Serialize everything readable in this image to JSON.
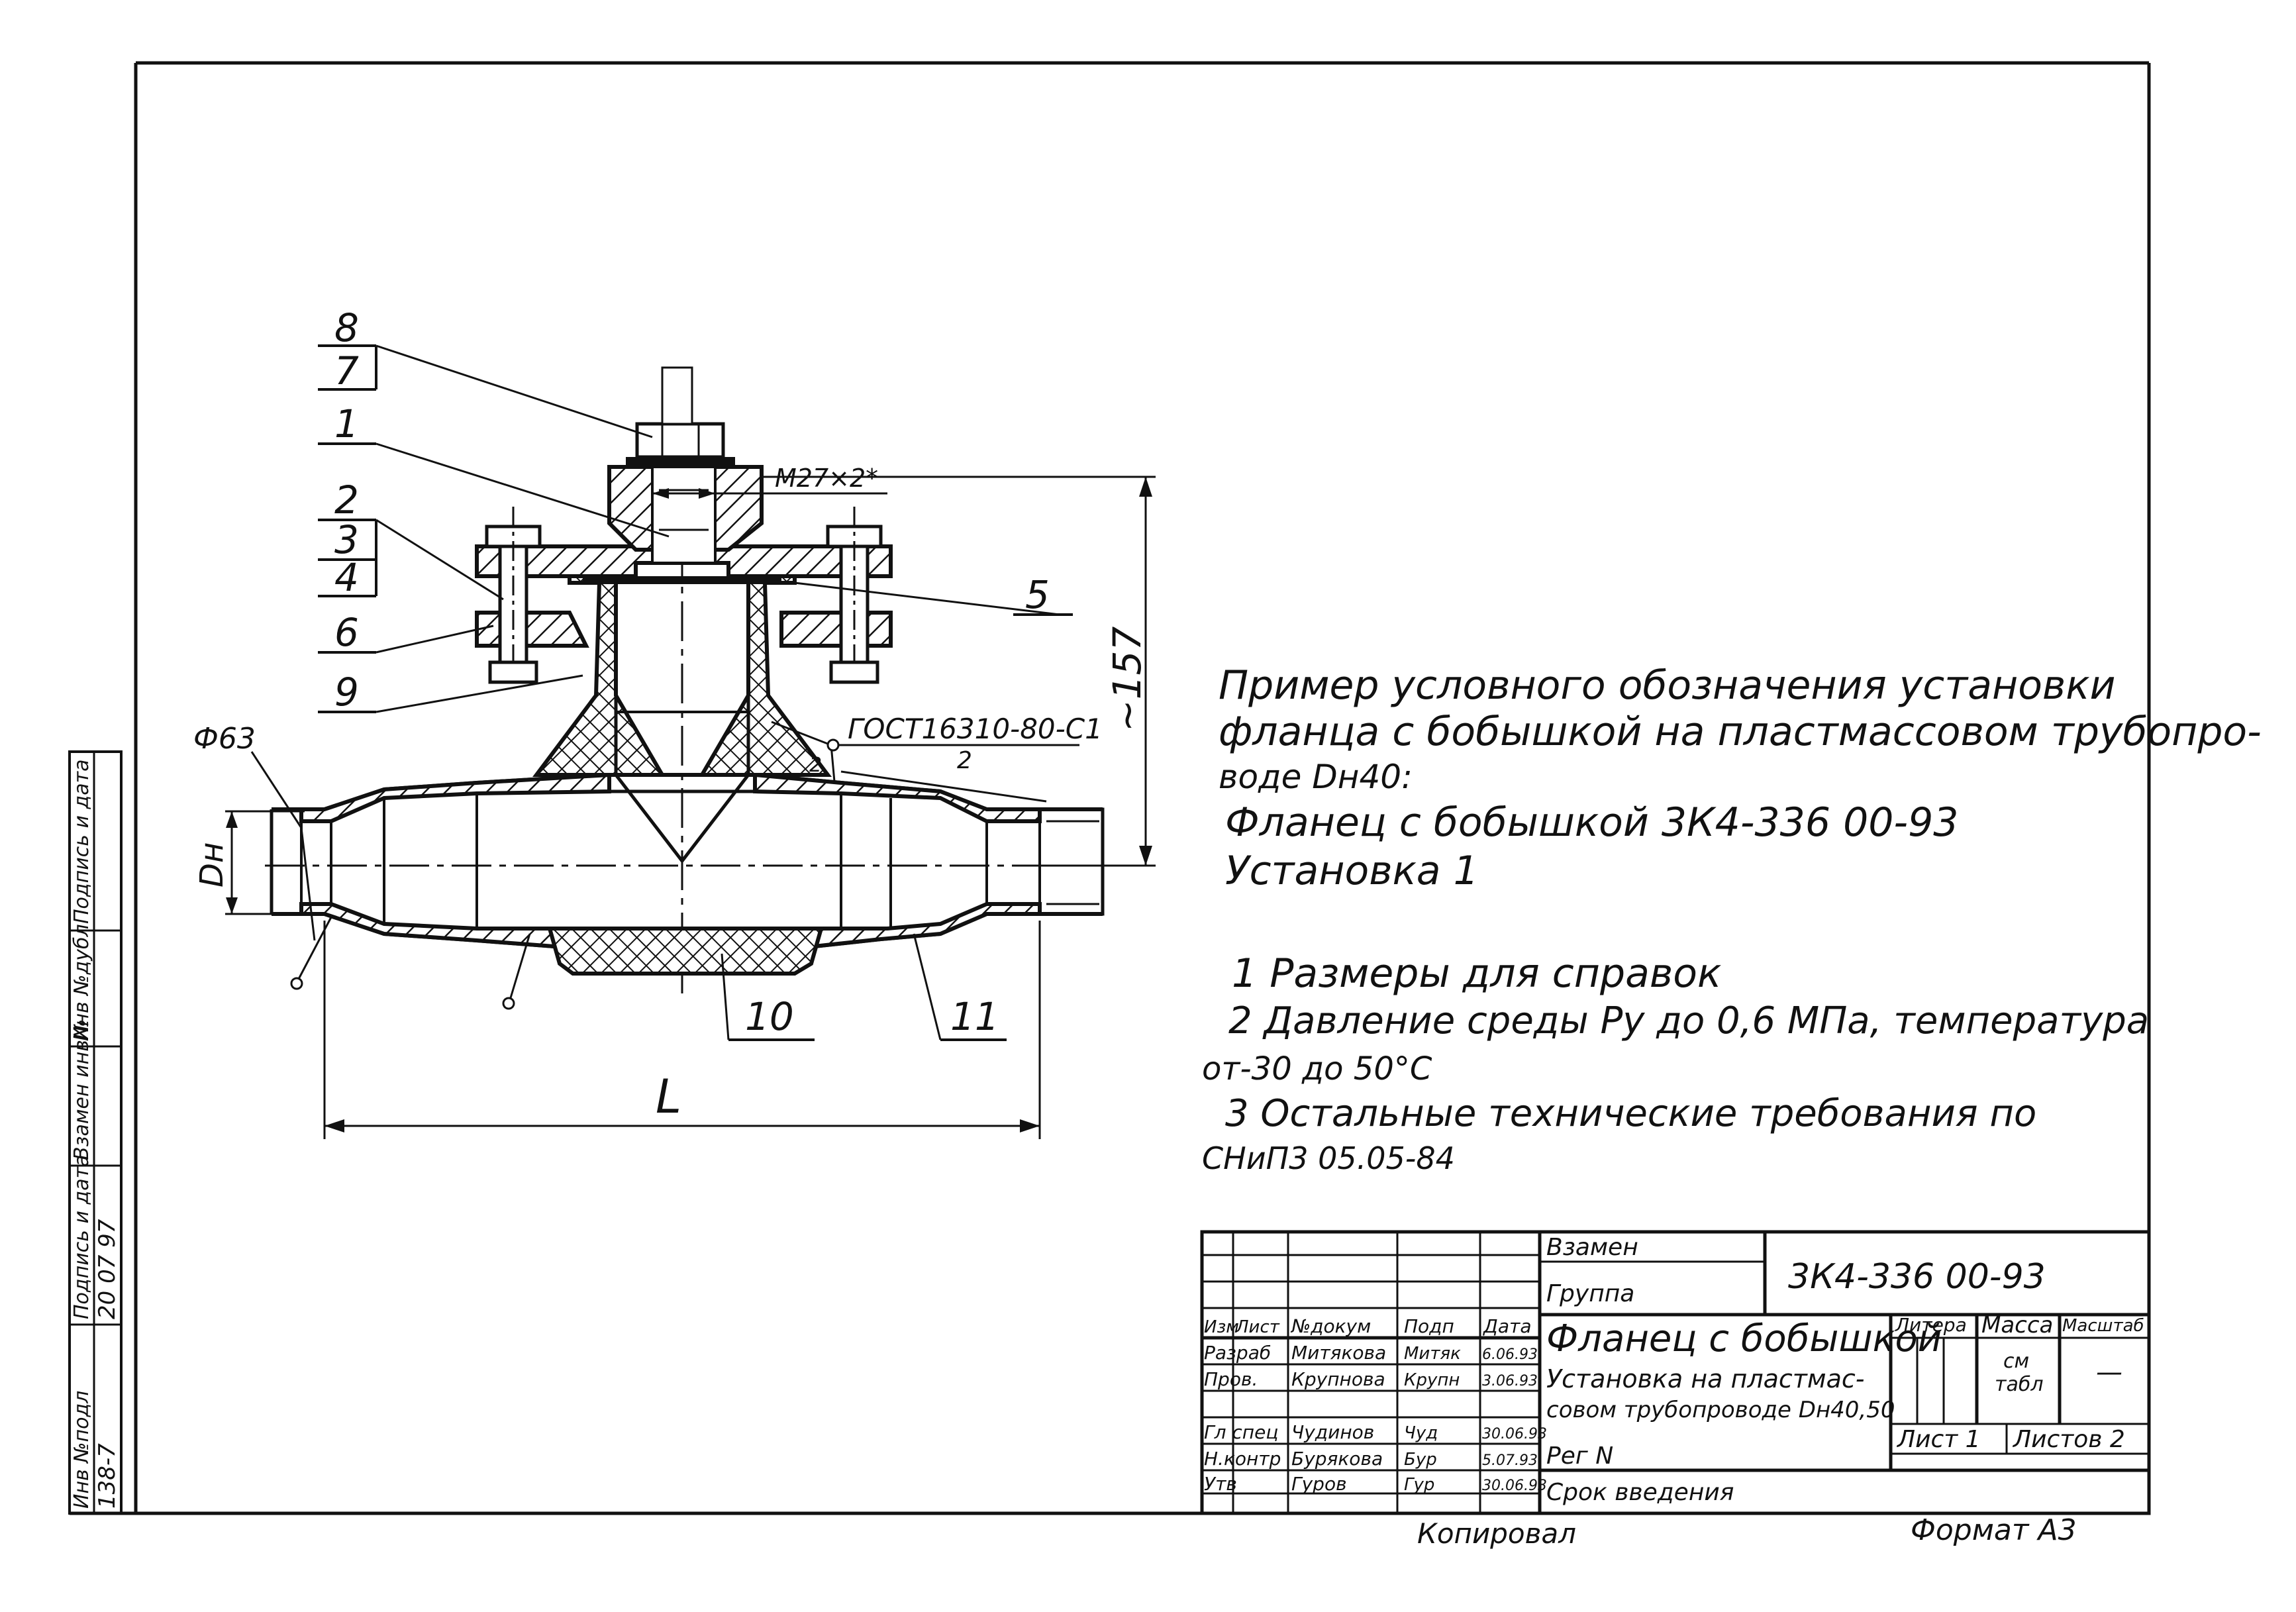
{
  "drawing": {
    "callouts": [
      "8",
      "7",
      "1",
      "2",
      "3",
      "4",
      "6",
      "9",
      "5",
      "10",
      "11"
    ],
    "phi_label": "Ф63",
    "dn_label": "Dн",
    "thread_label": "M27×2*",
    "height_dim": "~157",
    "length_dim": "L",
    "weld_standard": "ГОСТ16310-80-С1",
    "weld_number": "2",
    "weld_tick": "2"
  },
  "notes": {
    "example_lines": [
      "Пример условного обозначения установки",
      "фланца с бобышкой на пластмассовом трубопро-",
      "воде Dн40:",
      "Фланец с бобышкой  3К4-336 00-93",
      "Установка 1"
    ],
    "req_lines": [
      "1 Размеры для справок",
      "2 Давление среды Py до 0,6 МПа, температура",
      "от-30 до 50°С",
      "3 Остальные технические требования по",
      "СНиП3 05.05-84"
    ]
  },
  "left_strip": {
    "fields": [
      "Подпись и дата",
      "Инв №дубл",
      "Взамен инв№",
      "Подпись и дата",
      "Инв №подл"
    ],
    "values": [
      "",
      "",
      "",
      "20 07 97",
      "138-7"
    ]
  },
  "title_block": {
    "replaces": "Взамен",
    "group": "Группа",
    "doc_number": "3К4-336 00-93",
    "title": "Фланец с бобышкой",
    "subtitle": [
      "Установка на пластмас-",
      "совом трубопроводе Dн40,50"
    ],
    "col_headers": [
      "Изм",
      "Лист",
      "№докум",
      "Подп",
      "Дата"
    ],
    "people": [
      {
        "role": "Разраб",
        "name": "Митякова",
        "sign": "Митяк",
        "date": "6.06.93"
      },
      {
        "role": "Пров.",
        "name": "Крупнова",
        "sign": "Крупн",
        "date": "3.06.93"
      },
      {
        "role": "Гл спец",
        "name": "Чудинов",
        "sign": "Чуд",
        "date": "30.06.93"
      },
      {
        "role": "Н.контр",
        "name": "Бурякова",
        "sign": "Бур",
        "date": "5.07.93"
      },
      {
        "role": "Утв",
        "name": "Гуров",
        "sign": "Гур",
        "date": "30.06.93"
      }
    ],
    "reg_no": "Рег N",
    "start_date": "Срок введения",
    "literal_header": "Литера",
    "mass_header": "Масса",
    "scale_header": "Масштаб",
    "mass_value": [
      "см",
      "табл"
    ],
    "scale_value": "—",
    "sheet": "Лист 1",
    "sheets": "Листов 2"
  },
  "footer": {
    "copied": "Копировал",
    "format": "Формат А3"
  }
}
